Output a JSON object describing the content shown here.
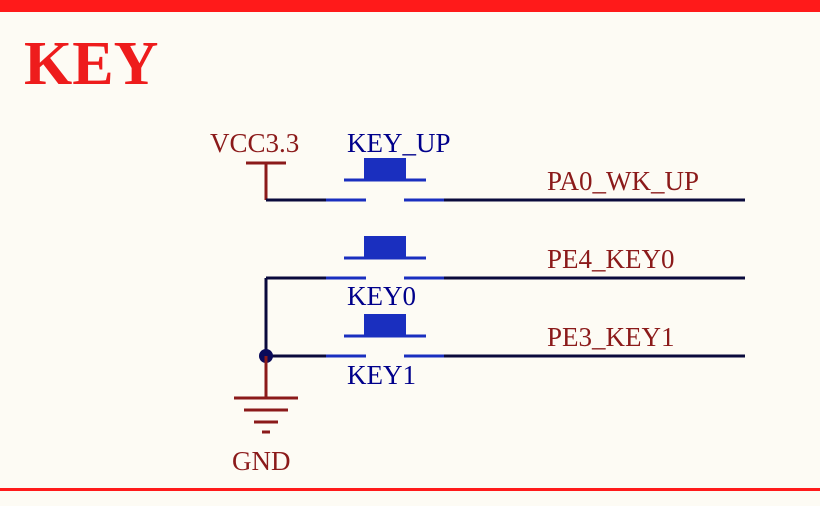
{
  "colors": {
    "background": "#fdfbf4",
    "border": "#ff1a1a",
    "title": "#ee1c1c",
    "power_label": "#8b1a1a",
    "switch_label": "#00008b",
    "net_label": "#8b1a1a",
    "wire": "#0a0a3c",
    "switch": "#1a2fbf",
    "junction": "#0a0a5a"
  },
  "title": "KEY",
  "power": {
    "vcc_label": "VCC3.3",
    "gnd_label": "GND"
  },
  "switches": [
    {
      "label": "KEY_UP",
      "net": "PA0_WK_UP"
    },
    {
      "label": "KEY0",
      "net": "PE4_KEY0"
    },
    {
      "label": "KEY1",
      "net": "PE3_KEY1"
    }
  ]
}
